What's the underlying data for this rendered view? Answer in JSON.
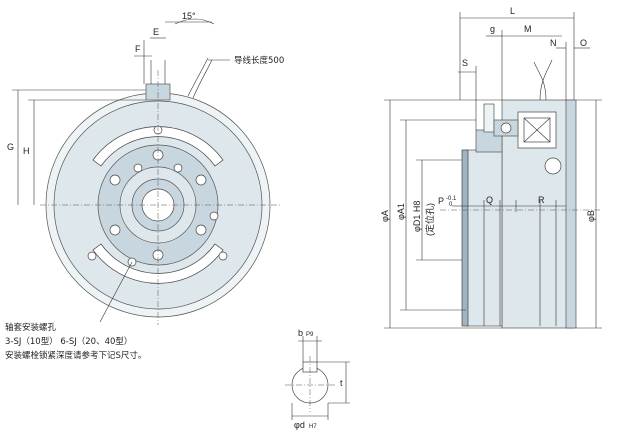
{
  "front_view": {
    "dimension_labels": {
      "F": "F",
      "E": "E",
      "G": "G",
      "H": "H",
      "angle": "15°"
    },
    "lead_wire_note": "导线长度500",
    "hole_note": {
      "line1": "轴套安装螺孔",
      "line2": "3-SJ（10型）  6-SJ（20、40型）",
      "line3": "安装螺栓锁紧深度请参考下记S尺寸。"
    }
  },
  "side_view": {
    "dimension_labels": {
      "L": "L",
      "g": "g",
      "M": "M",
      "N": "N",
      "O": "O",
      "S": "S",
      "Q": "Q",
      "R": "R",
      "P": "P",
      "P_tol": "-0.1",
      "P_tol2": "0",
      "phiA": "φA",
      "phiA1": "φA1",
      "phiD1": "φD1 H8",
      "phiD1_note": "(定位孔)",
      "phiB": "φB"
    }
  },
  "shaft_section": {
    "dimension_labels": {
      "b": "b",
      "b_tol": "P9",
      "t": "t",
      "d": "φd",
      "d_tol": "H7"
    }
  },
  "colors": {
    "body": "#dde7ec",
    "accent": "#9fb5c1",
    "line": "#333333"
  }
}
